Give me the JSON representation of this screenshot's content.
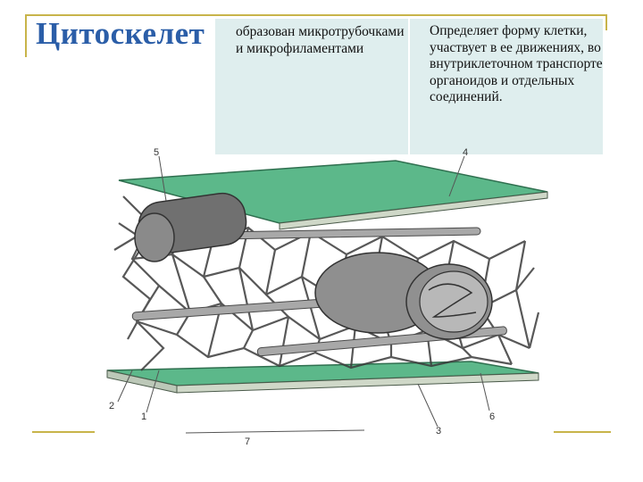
{
  "slide": {
    "title": "Цитоскелет",
    "table": {
      "cell1": " образован микротрубочками и микрофиламентами",
      "cell2": "Определяет форму клетки, участвует в ее движениях, во внутриклеточном транспорте  органоидов и отдельных соединений."
    },
    "figure": {
      "labels": [
        "5",
        "4",
        "2",
        "1",
        "7",
        "3",
        "6"
      ]
    }
  },
  "colors": {
    "title": "#2b5ea8",
    "table_bg": "#dfeeee",
    "frame": "#c8b44a",
    "membrane": "#5cb88a"
  }
}
